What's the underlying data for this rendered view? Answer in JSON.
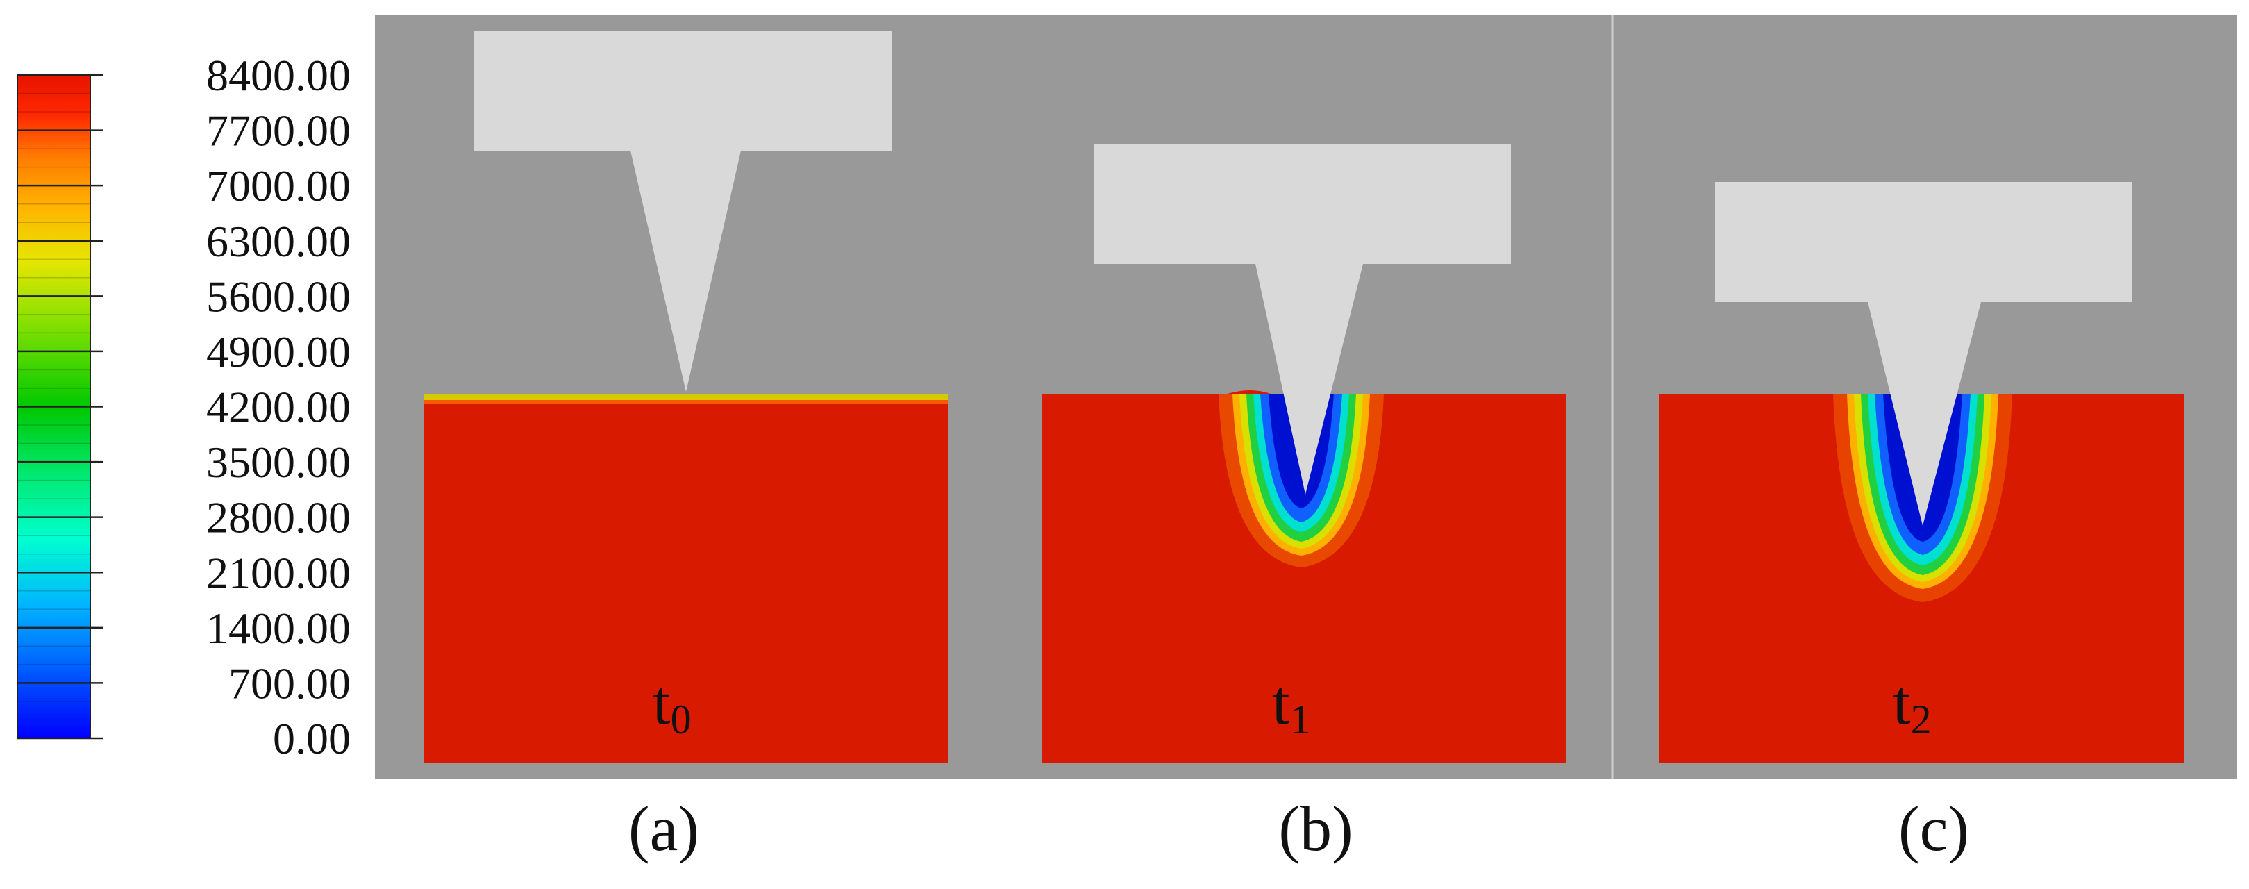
{
  "colorbar": {
    "tick_labels": [
      "8400.00",
      "7700.00",
      "7000.00",
      "6300.00",
      "5600.00",
      "4900.00",
      "4200.00",
      "3500.00",
      "2800.00",
      "2100.00",
      "1400.00",
      "700.00",
      "0.00"
    ],
    "max": 8400,
    "min": 0,
    "colors": [
      "#0000ff",
      "#0050ff",
      "#00b4ff",
      "#00ffd0",
      "#00e86e",
      "#00c800",
      "#7fe000",
      "#e6e600",
      "#ffb400",
      "#ff7800",
      "#ff2800",
      "#e61400"
    ]
  },
  "panels": [
    {
      "id": "a",
      "time_main": "t",
      "time_sub": "0",
      "caption": "(a)"
    },
    {
      "id": "b",
      "time_main": "t",
      "time_sub": "1",
      "caption": "(b)"
    },
    {
      "id": "c",
      "time_main": "t",
      "time_sub": "2",
      "caption": "(c)"
    }
  ],
  "colors": {
    "background": "#999999",
    "tool": "#d9d9d9",
    "workpiece": "#d71a00",
    "surface_layer": "#d8c800"
  }
}
